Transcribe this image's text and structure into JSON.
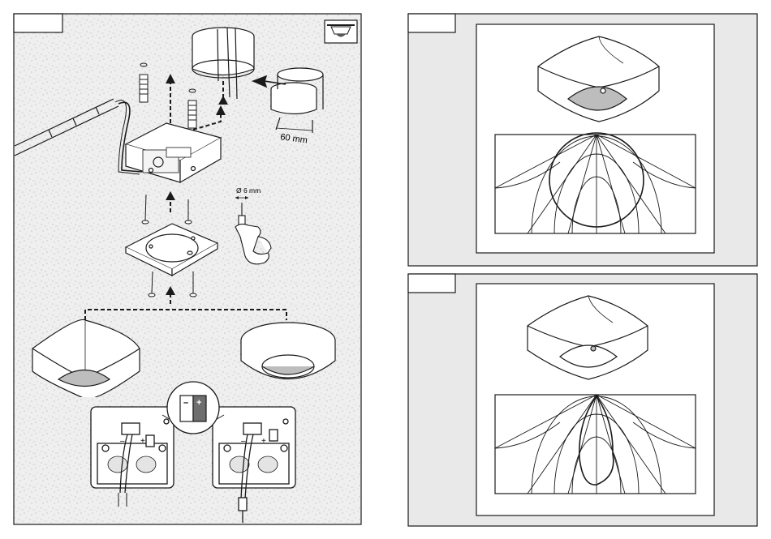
{
  "left_panel": {
    "step_tab": "",
    "pictogram": "ceiling-sensor-icon",
    "labels": {
      "drill_size": "Ø 6 mm",
      "box_depth": "60 mm",
      "switch_minus": "–",
      "switch_plus": "+",
      "terminal_minus": "–",
      "terminal_plus": "+"
    }
  },
  "right_top_panel": {
    "tab": "",
    "device": "square-sensor-wide-lens",
    "pattern": "circular-detection-zone"
  },
  "right_bottom_panel": {
    "tab": "",
    "device": "square-sensor-narrow-lens",
    "pattern": "narrow-teardrop-detection-zone"
  },
  "colors": {
    "line": "#1a1a1a",
    "panel_fill": "#e9e9e9",
    "lens_gray": "#bdbdbd",
    "concrete_speckle": "#8a8a8a",
    "white": "#ffffff"
  }
}
